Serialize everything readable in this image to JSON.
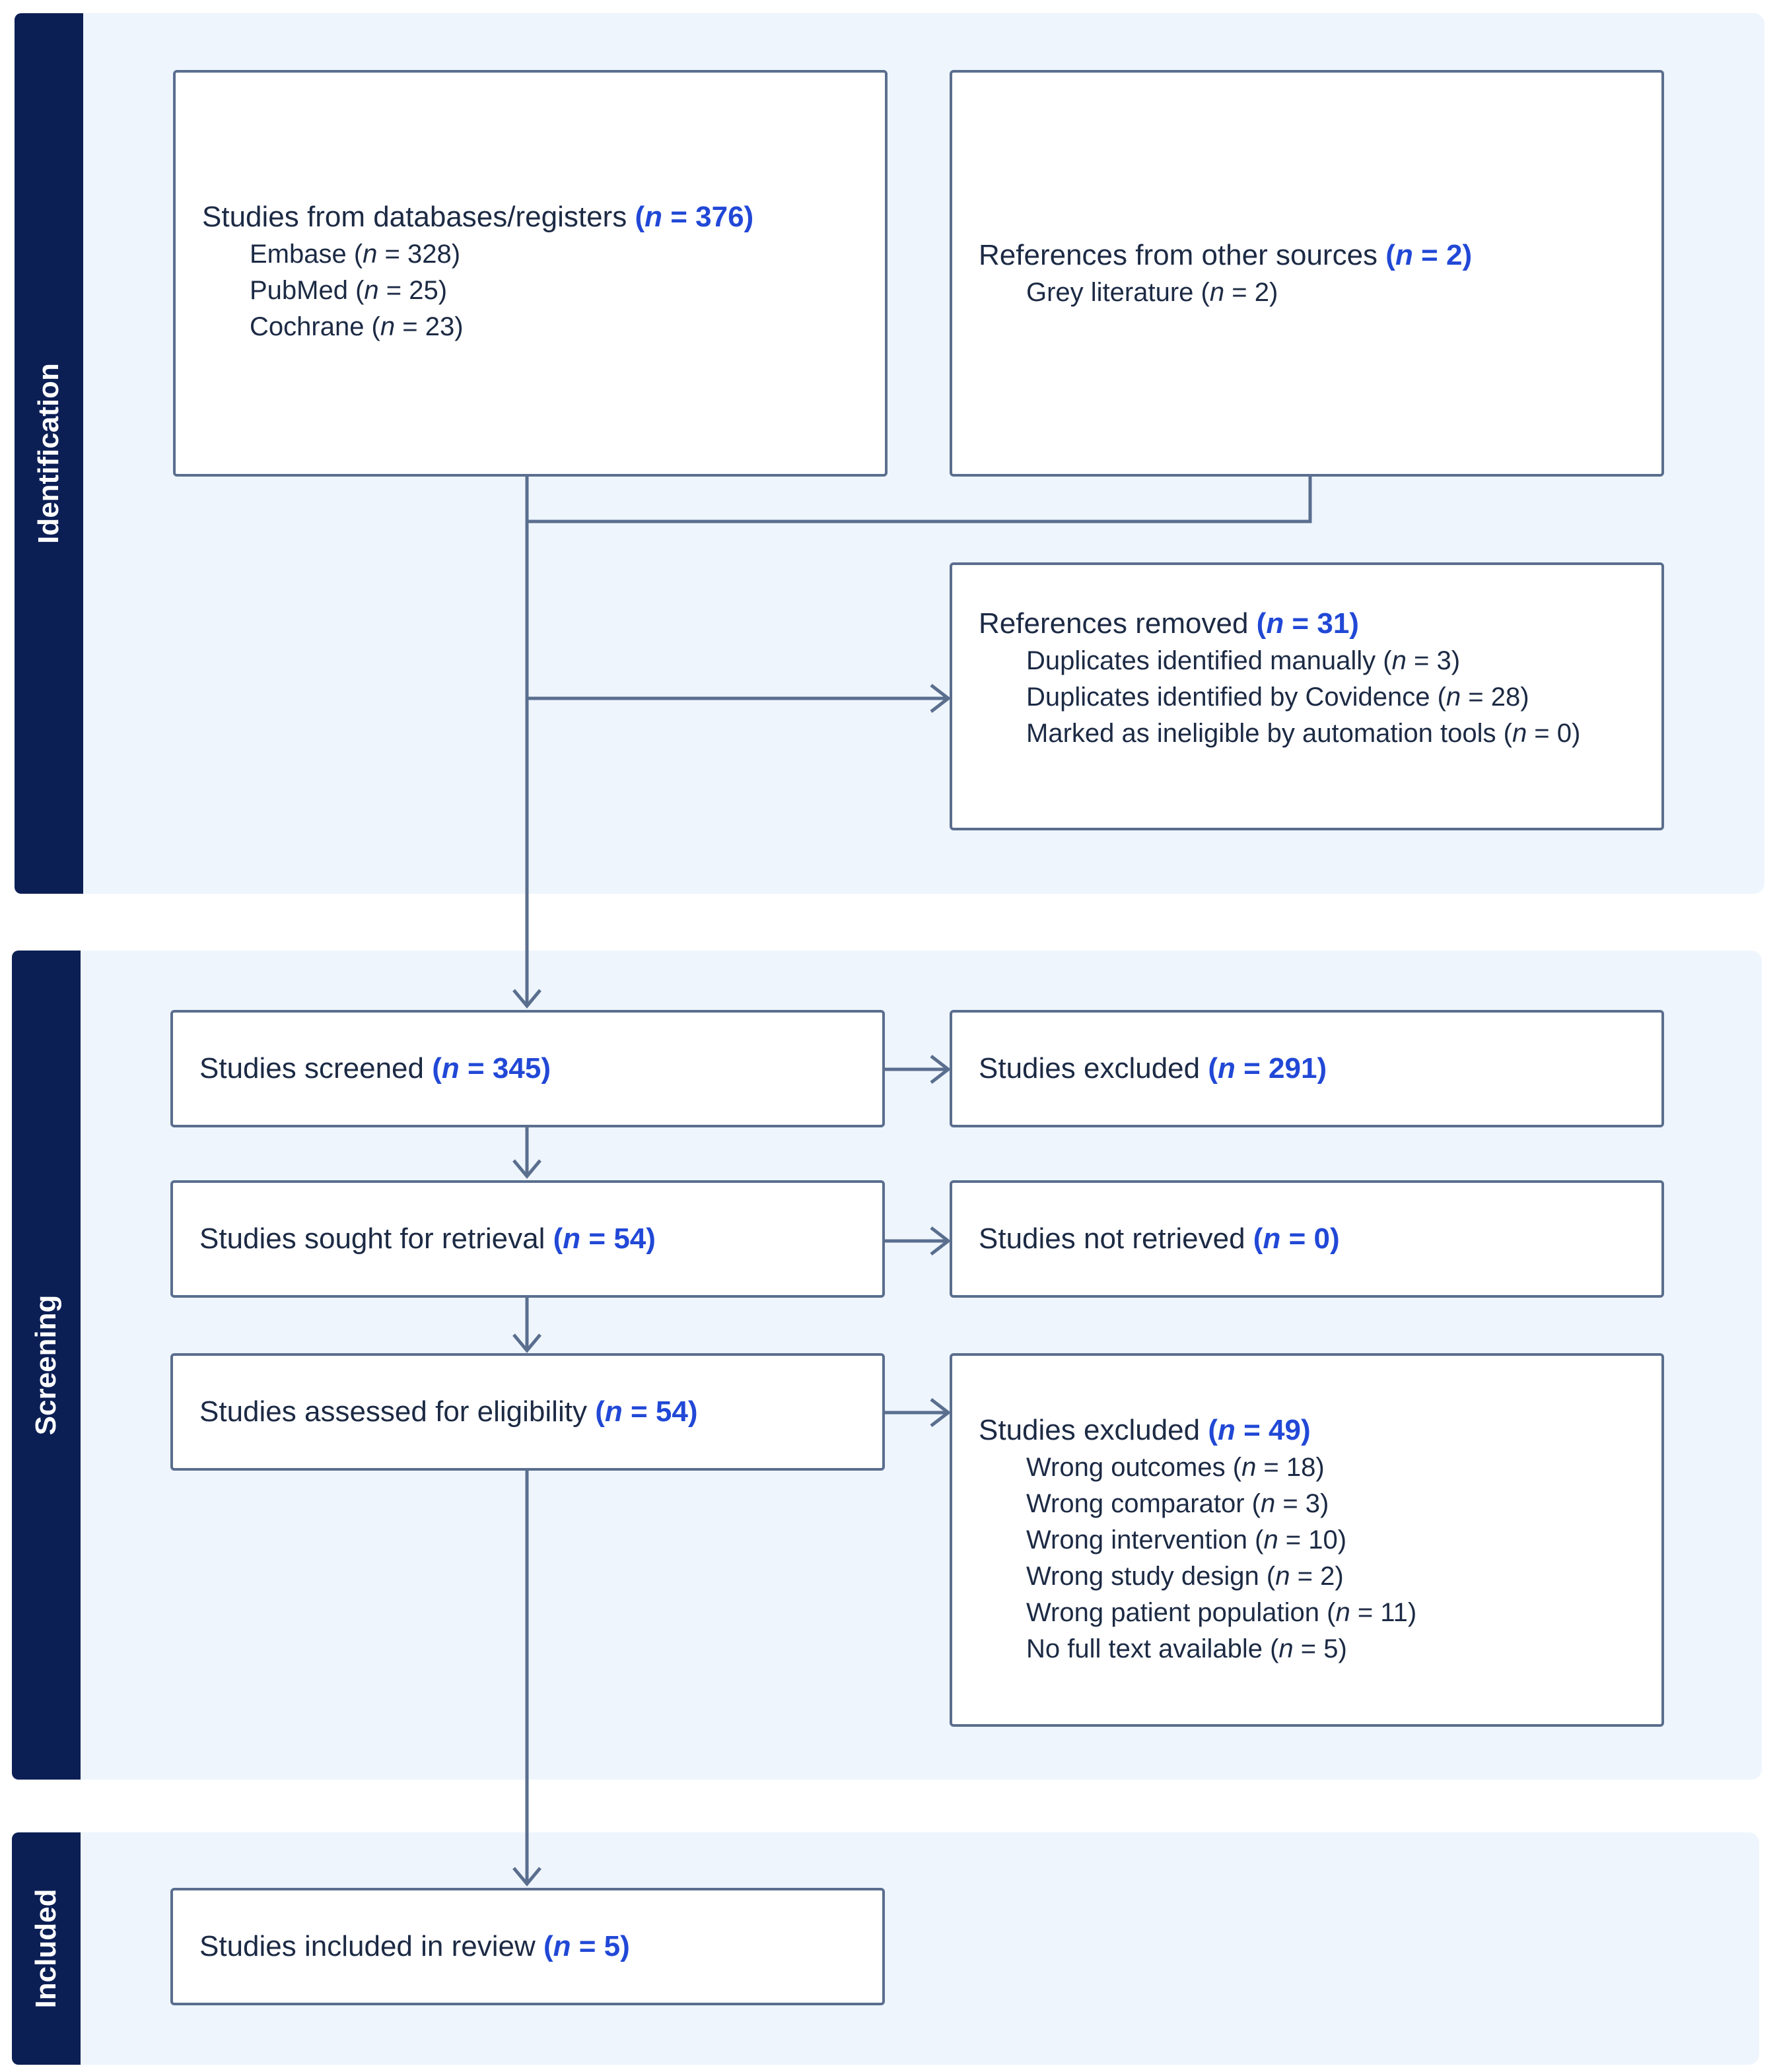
{
  "stages": {
    "identification": "Identification",
    "screening": "Screening",
    "included": "Included"
  },
  "boxes": {
    "databases": {
      "label": "Studies from databases/registers",
      "n_prefix": "(",
      "n_var": "n",
      "n_value": " = 376)",
      "items": [
        {
          "label": "Embase (",
          "var": "n",
          "value": " = 328)"
        },
        {
          "label": "PubMed (",
          "var": "n",
          "value": " = 25)"
        },
        {
          "label": "Cochrane (",
          "var": "n",
          "value": " = 23)"
        }
      ]
    },
    "other_sources": {
      "label": "References from other sources",
      "n_prefix": "(",
      "n_var": "n",
      "n_value": " = 2)",
      "items": [
        {
          "label": "Grey literature (",
          "var": "n",
          "value": " = 2)"
        }
      ]
    },
    "removed": {
      "label": "References removed",
      "n_prefix": "(",
      "n_var": "n",
      "n_value": " = 31)",
      "items": [
        {
          "label": "Duplicates identified manually (",
          "var": "n",
          "value": " = 3)"
        },
        {
          "label": "Duplicates identified by Covidence (",
          "var": "n",
          "value": " = 28)"
        },
        {
          "label": "Marked as ineligible by automation tools (",
          "var": "n",
          "value": " = 0)"
        }
      ]
    },
    "screened": {
      "label": "Studies screened",
      "n_prefix": "(",
      "n_var": "n",
      "n_value": " = 345)"
    },
    "screen_excluded": {
      "label": "Studies excluded",
      "n_prefix": "(",
      "n_var": "n",
      "n_value": " = 291)"
    },
    "sought": {
      "label": "Studies sought for retrieval",
      "n_prefix": "(",
      "n_var": "n",
      "n_value": " = 54)"
    },
    "not_retrieved": {
      "label": "Studies not retrieved",
      "n_prefix": "(",
      "n_var": "n",
      "n_value": " = 0)"
    },
    "assessed": {
      "label": "Studies assessed for eligibility",
      "n_prefix": "(",
      "n_var": "n",
      "n_value": " = 54)"
    },
    "elig_excluded": {
      "label": "Studies excluded",
      "n_prefix": "(",
      "n_var": "n",
      "n_value": " = 49)",
      "items": [
        {
          "label": "Wrong outcomes (",
          "var": "n",
          "value": " = 18)"
        },
        {
          "label": "Wrong comparator (",
          "var": "n",
          "value": " = 3)"
        },
        {
          "label": "Wrong intervention (",
          "var": "n",
          "value": " = 10)"
        },
        {
          "label": "Wrong study design (",
          "var": "n",
          "value": " = 2)"
        },
        {
          "label": "Wrong patient population (",
          "var": "n",
          "value": " = 11)"
        },
        {
          "label": "No full text available (",
          "var": "n",
          "value": " = 5)"
        }
      ]
    },
    "included": {
      "label": "Studies included in review",
      "n_prefix": "(",
      "n_var": "n",
      "n_value": " = 5)"
    }
  },
  "colors": {
    "band": "#0c1f55",
    "panel": "#eef5fd",
    "count": "#2148d6",
    "connector": "#5a6e8e"
  }
}
